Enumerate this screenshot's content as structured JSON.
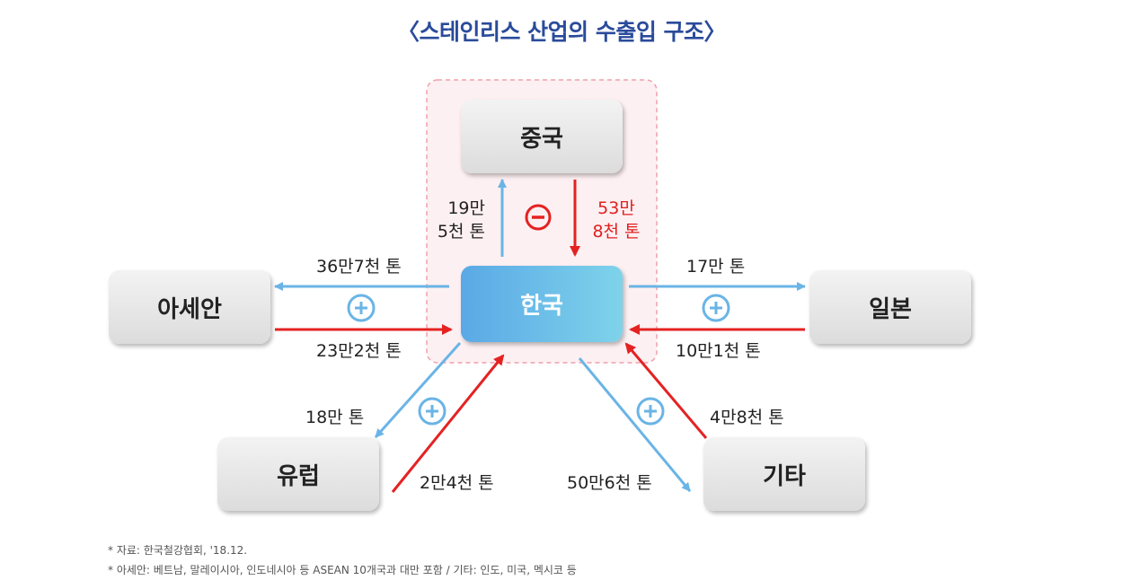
{
  "title": "〈스테인리스 산업의 수출입 구조〉",
  "nodes": {
    "china": "중국",
    "korea": "한국",
    "asean": "아세안",
    "japan": "일본",
    "europe": "유럽",
    "others": "기타"
  },
  "flows": {
    "korea_to_china_line1": "19만",
    "korea_to_china_line2": "5천 톤",
    "china_to_korea_line1": "53만",
    "china_to_korea_line2": "8천 톤",
    "korea_to_asean": "36만7천 톤",
    "asean_to_korea": "23만2천 톤",
    "korea_to_japan": "17만 톤",
    "japan_to_korea": "10만1천 톤",
    "korea_to_europe": "18만 톤",
    "europe_to_korea": "2만4천 톤",
    "korea_to_others": "50만6천 톤",
    "others_to_korea": "4만8천 톤"
  },
  "footnotes": {
    "source": "* 자료: 한국철강협회, '18.12.",
    "note": "* 아세안: 베트남, 말레이시아, 인도네시아 등 ASEAN 10개국과 대만 포함 / 기타: 인도, 미국, 멕시코 등"
  },
  "colors": {
    "title": "#2a4b9b",
    "export_arrow": "#6ab4e6",
    "import_arrow": "#e42222",
    "surplus_sign": "#6ab4e6",
    "deficit_sign": "#e42222"
  }
}
